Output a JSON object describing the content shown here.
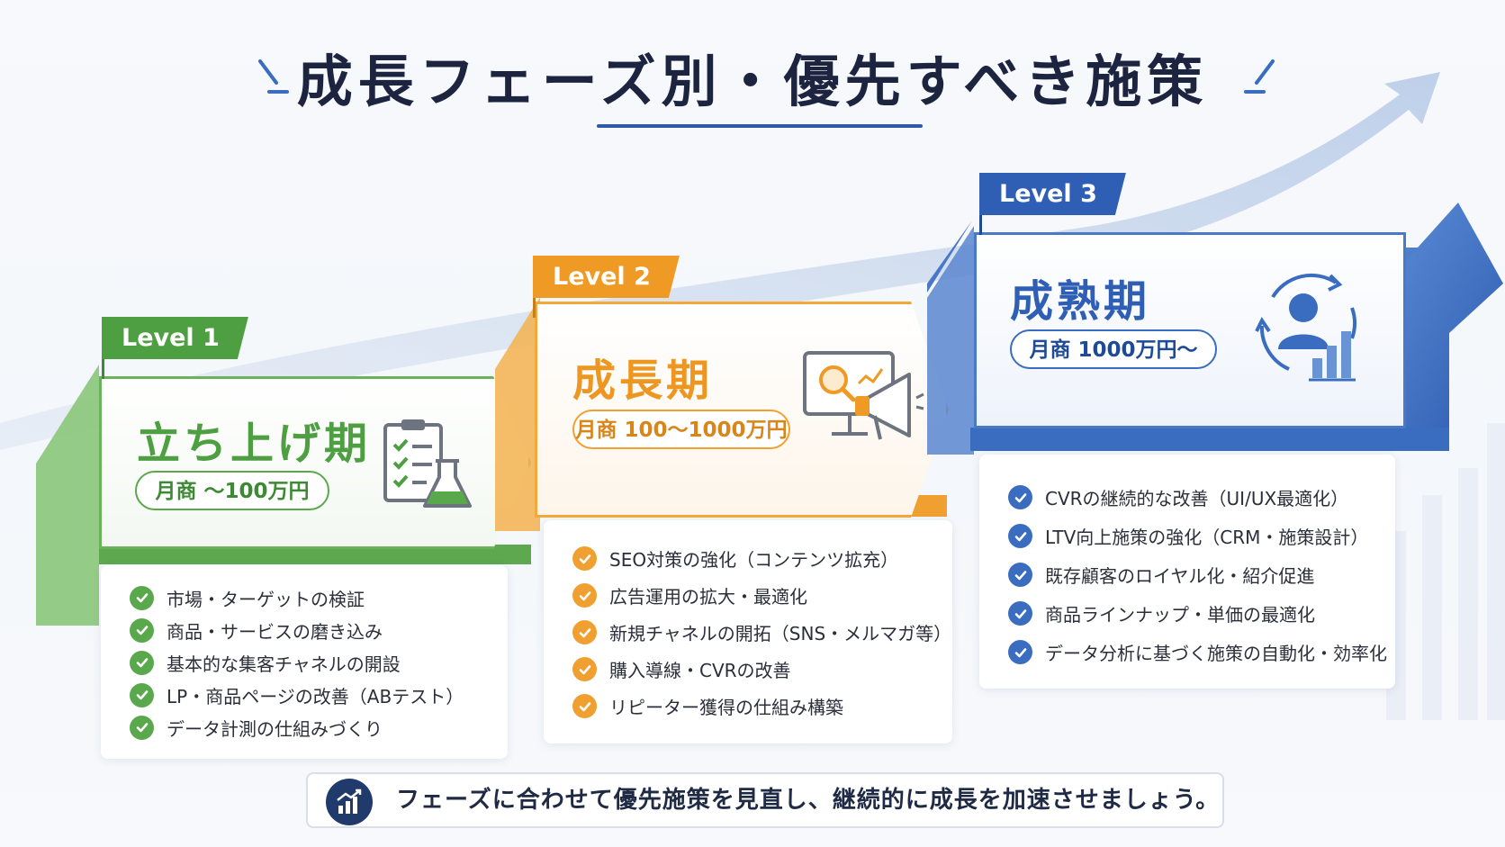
{
  "title": "成長フェーズ別・優先すべき施策",
  "colors": {
    "level1": "#5aa84c",
    "level2": "#f0a030",
    "level3": "#3a6cc0",
    "navy": "#1f3a6b"
  },
  "phases": [
    {
      "level": "Level 1",
      "name": "立ち上げ期",
      "revenue": "月商 ～100万円",
      "icon": "checklist-flask-icon",
      "items": [
        "市場・ターゲットの検証",
        "商品・サービスの磨き込み",
        "基本的な集客チャネルの開設",
        "LP・商品ページの改善（ABテスト）",
        "データ計測の仕組みづくり"
      ]
    },
    {
      "level": "Level 2",
      "name": "成長期",
      "revenue": "月商 100～1000万円",
      "icon": "monitor-megaphone-icon",
      "items": [
        "SEO対策の強化（コンテンツ拡充）",
        "広告運用の拡大・最適化",
        "新規チャネルの開拓（SNS・メルマガ等）",
        "購入導線・CVRの改善",
        "リピーター獲得の仕組み構築"
      ]
    },
    {
      "level": "Level 3",
      "name": "成熟期",
      "revenue": "月商 1000万円～",
      "icon": "user-cycle-chart-icon",
      "items": [
        "CVRの継続的な改善（UI/UX最適化）",
        "LTV向上施策の強化（CRM・施策設計）",
        "既存顧客のロイヤル化・紹介促進",
        "商品ラインナップ・単価の最適化",
        "データ分析に基づく施策の自動化・効率化"
      ]
    }
  ],
  "footer": {
    "icon": "growth-chart-icon",
    "text": "フェーズに合わせて優先施策を見直し、継続的に成長を加速させましょう。"
  }
}
